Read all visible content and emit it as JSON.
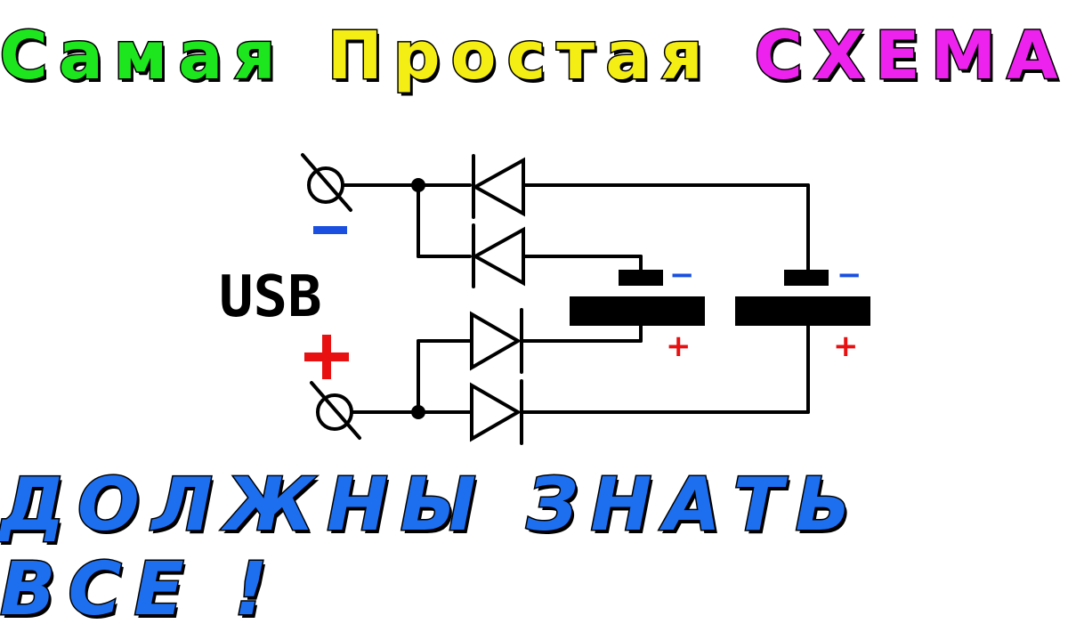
{
  "title": {
    "words": [
      {
        "text": "Самая",
        "color": "#1ee61e"
      },
      {
        "text": "Простая",
        "color": "#f5ee14"
      },
      {
        "text": "СХЕМА",
        "color": "#ee22ee"
      }
    ]
  },
  "footer": {
    "text": "ДОЛЖНЫ ЗНАТЬ ВСЕ !",
    "color": "#1d6ff0"
  },
  "diagram": {
    "usb_label": "USB",
    "usb_minus": "−",
    "usb_plus": "+",
    "cap1_minus": "−",
    "cap1_plus": "+",
    "cap2_minus": "−",
    "cap2_plus": "+",
    "minus_color": "#1a4fe0",
    "plus_color": "#e81010"
  }
}
